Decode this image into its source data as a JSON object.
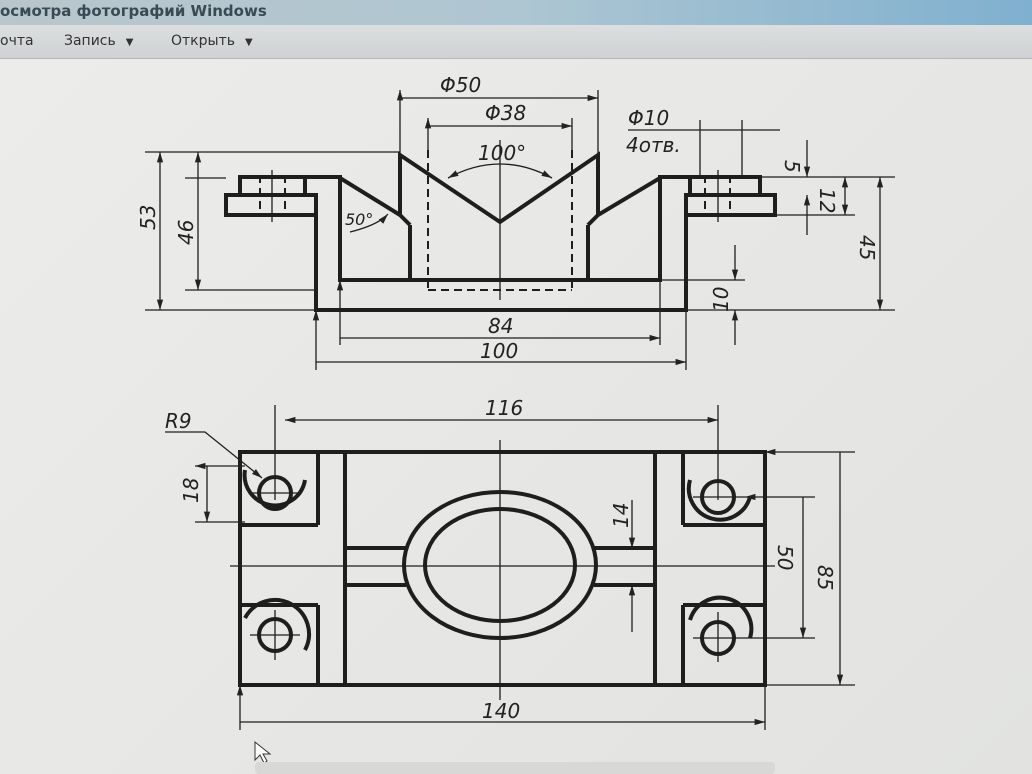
{
  "window": {
    "title": "осмотра фотографий Windows"
  },
  "toolbar": {
    "items": [
      {
        "label": "очта"
      },
      {
        "label": "Запись"
      },
      {
        "label": "Открыть"
      }
    ]
  },
  "drawing": {
    "front": {
      "d50": "Φ50",
      "d38": "Φ38",
      "angle100": "100°",
      "angle50": "50°",
      "d10": "Φ10",
      "holes": "4отв.",
      "h53": "53",
      "h46": "46",
      "h5": "5",
      "h12": "12",
      "h45": "45",
      "h10": "10",
      "w84": "84",
      "w100": "100"
    },
    "top": {
      "r9": "R9",
      "w116": "116",
      "h18": "18",
      "h14": "14",
      "h50": "50",
      "h85": "85",
      "w140": "140"
    }
  },
  "colors": {
    "line": "#1e1e1e",
    "paper": "#e6e6e4"
  }
}
